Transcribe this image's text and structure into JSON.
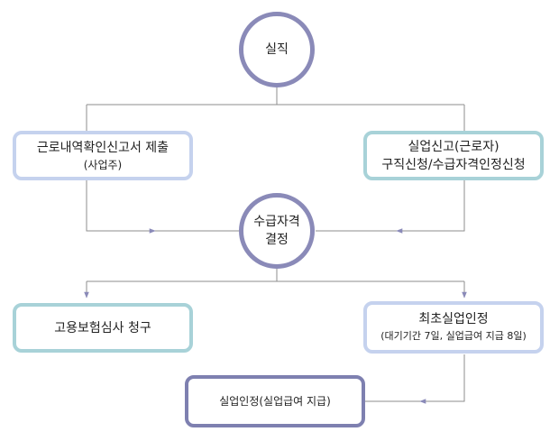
{
  "flow": {
    "start": {
      "label": "실직"
    },
    "report": {
      "line1": "근로내역확인신고서 제출",
      "line2": "(사업주)"
    },
    "apply": {
      "line1": "실업신고(근로자)",
      "line2": "구직신청/수급자격인정신청"
    },
    "decision": {
      "line1": "수급자격",
      "line2": "결정"
    },
    "appeal": {
      "label": "고용보험심사 청구"
    },
    "first_recognition": {
      "line1": "최초실업인정",
      "line2": "(대기기간 7일, 실업급여 지급 8일)"
    },
    "recognition": {
      "label": "실업인정(실업급여 지급)"
    }
  }
}
